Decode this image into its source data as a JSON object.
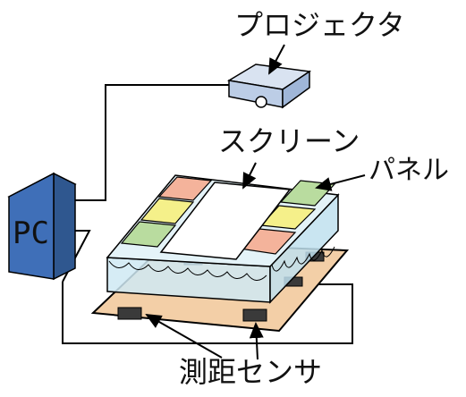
{
  "labels": {
    "projector": "プロジェクタ",
    "screen": "スクリーン",
    "panel": "パネル",
    "pc": "PC",
    "sensor": "測距センサ"
  },
  "colors": {
    "pc_front": "#3f6fb8",
    "projector_body": "#bccde6",
    "base_plate": "#f3cfa7",
    "panel_box": "#cfe9f3",
    "tile_red": "#f4b39b",
    "tile_yellow": "#f5f08a",
    "tile_green": "#b9dc9f",
    "sensor_dark": "#3a3a3a"
  }
}
